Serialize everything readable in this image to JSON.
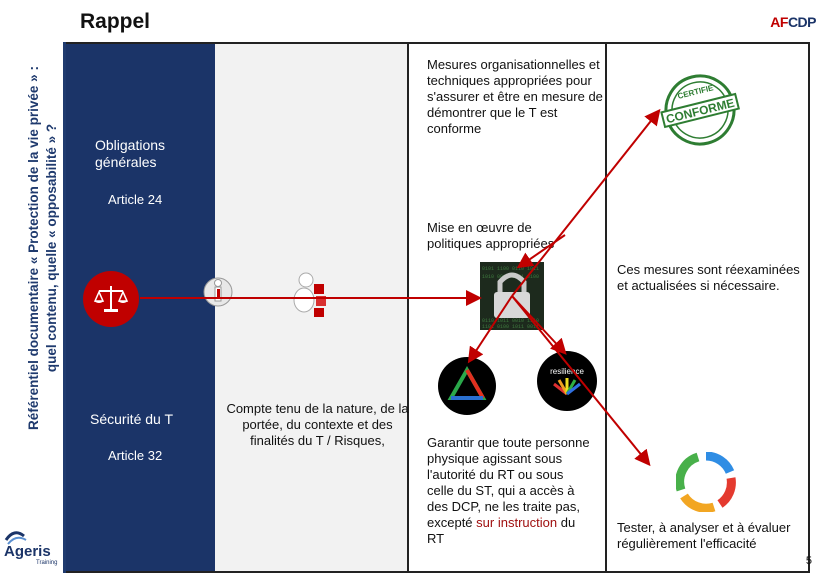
{
  "header": {
    "title": "Rappel",
    "logo_text": "AFCDP"
  },
  "sidebar": {
    "vertical_title_line1": "Référentiel documentaire « Protection de la vie privée » :",
    "vertical_title_line2": "quel contenu, quelle « opposabilité » ?",
    "footer_logo": "Ageris",
    "footer_logo_sub": "Training"
  },
  "columns": {
    "general_obligations": "Obligations générales",
    "article_24": "Article 24",
    "security": "Sécurité du T",
    "article_32": "Article 32",
    "context_text": "Compte tenu de la nature, de la portée, du contexte et des finalités du T / Risques,",
    "measures_text_1": "Mesures organisationnelles et techniques",
    "measures_text_2": "appropriées pour s'assurer et être en mesure de démontrer que le T  est conforme",
    "policies_text": "Mise en œuvre de politiques appropriées",
    "review_text": "Ces mesures sont réexaminées et actualisées si nécessaire.",
    "guarantee_text_1": "Garantir que toute personne physique agissant sous l'autorité du RT ou sous celle du ST, qui a accès  à des DCP, ne les traite pas, excepté",
    "guarantee_text_2": "sur instruction",
    "guarantee_text_3": "du RT",
    "test_text": "Tester, à analyser et à évaluer régulièrement l'efficacité"
  },
  "icons": {
    "stamp": "CONFORME",
    "stamp_top": "CERTIFIE",
    "resilience_label": "resilience"
  },
  "footer": {
    "page_number": "5"
  },
  "colors": {
    "navy": "#1b3468",
    "accent_red": "#c00000",
    "gray_panel": "#f2f2f2"
  }
}
